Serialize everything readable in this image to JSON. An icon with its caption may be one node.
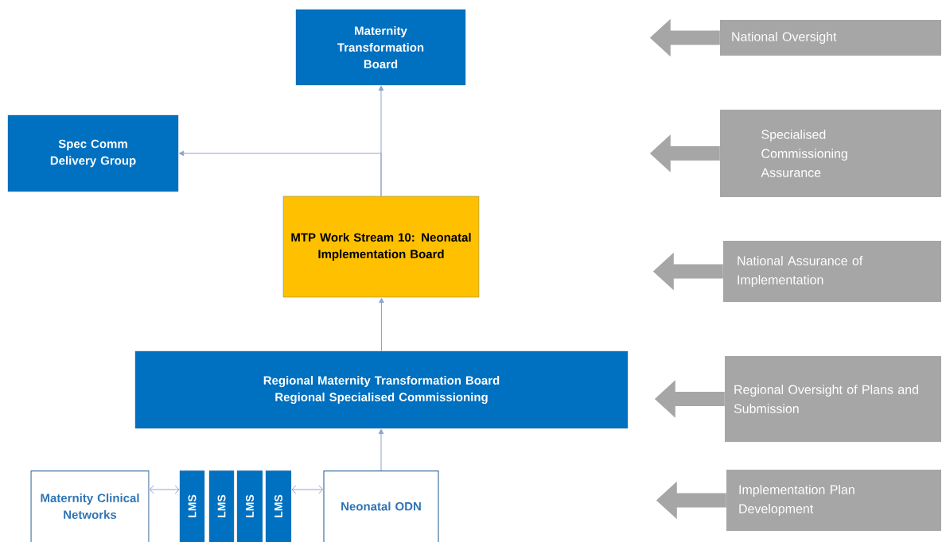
{
  "diagram": {
    "nodes": [
      {
        "text": [
          "Maternity Transformation Board"
        ]
      },
      {
        "text": [
          "Spec Comm Delivery Group"
        ]
      },
      {
        "text": [
          "MTP Work Stream 10: Neonatal Implementation Board"
        ]
      },
      {
        "text": [
          "Regional Maternity Transformation Board",
          "Regional Specialised Commissioning"
        ]
      },
      {
        "text": [
          "Maternity Clinical Networks"
        ]
      },
      {
        "text": [
          "LMS"
        ]
      },
      {
        "text": [
          "LMS"
        ]
      },
      {
        "text": [
          "LMS"
        ]
      },
      {
        "text": [
          "LMS"
        ]
      },
      {
        "text": [
          "Neonatal ODN"
        ]
      },
      {
        "text": [
          "National Oversight"
        ]
      },
      {
        "text": [
          "Specialised Commissioning Assurance"
        ]
      },
      {
        "text": [
          "National Assurance of Implementation"
        ]
      },
      {
        "text": [
          "Regional Oversight of Plans and Submission"
        ]
      },
      {
        "text": [
          "Implementation Plan Development"
        ]
      }
    ],
    "edges": [
      {
        "from": 2,
        "to": 0,
        "arrow": "to"
      },
      {
        "from": 2,
        "to": 1,
        "arrow": "to"
      },
      {
        "from": 3,
        "to": 2,
        "arrow": "to"
      },
      {
        "from": 9,
        "to": 3,
        "arrow": "to"
      },
      {
        "from": 4,
        "to": 5,
        "arrow": "both"
      },
      {
        "from": 8,
        "to": 9,
        "arrow": "both"
      },
      {
        "from": 10,
        "to": null,
        "arrow": "to",
        "style": "thick",
        "color": "#a6a6a6"
      },
      {
        "from": 11,
        "to": null,
        "arrow": "to",
        "style": "thick",
        "color": "#a6a6a6"
      },
      {
        "from": 12,
        "to": null,
        "arrow": "to",
        "style": "thick",
        "color": "#a6a6a6"
      },
      {
        "from": 13,
        "to": null,
        "arrow": "to",
        "style": "thick",
        "color": "#a6a6a6"
      },
      {
        "from": 14,
        "to": null,
        "arrow": "to",
        "style": "thick",
        "color": "#a6a6a6"
      }
    ]
  }
}
